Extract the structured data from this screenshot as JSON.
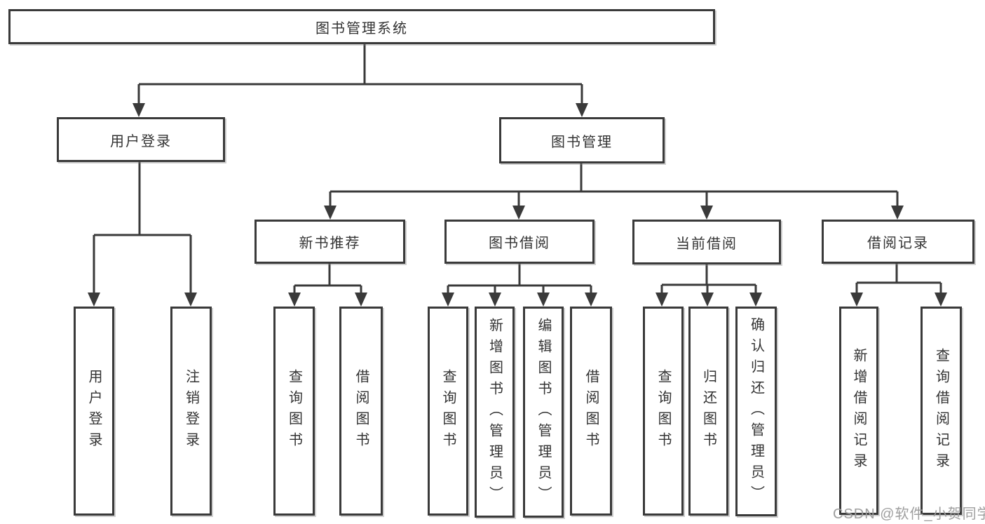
{
  "diagram": {
    "root": {
      "label": "图书管理系统"
    },
    "level2": [
      {
        "label": "用户登录"
      },
      {
        "label": "图书管理"
      }
    ],
    "level3": [
      {
        "label": "新书推荐"
      },
      {
        "label": "图书借阅"
      },
      {
        "label": "当前借阅"
      },
      {
        "label": "借阅记录"
      }
    ],
    "leaves": [
      {
        "label": "用户登录",
        "parent": "用户登录"
      },
      {
        "label": "注销登录",
        "parent": "用户登录"
      },
      {
        "label": "查询图书",
        "parent": "新书推荐"
      },
      {
        "label": "借阅图书",
        "parent": "新书推荐"
      },
      {
        "label": "查询图书",
        "parent": "图书借阅"
      },
      {
        "label": "新增图书（管理员）",
        "parent": "图书借阅"
      },
      {
        "label": "编辑图书（管理员）",
        "parent": "图书借阅"
      },
      {
        "label": "借阅图书",
        "parent": "图书借阅"
      },
      {
        "label": "查询图书",
        "parent": "当前借阅"
      },
      {
        "label": "归还图书",
        "parent": "当前借阅"
      },
      {
        "label": "确认归还（管理员）",
        "parent": "当前借阅"
      },
      {
        "label": "新增借阅记录",
        "parent": "借阅记录"
      },
      {
        "label": "查询借阅记录",
        "parent": "借阅记录"
      }
    ]
  },
  "watermark": {
    "text": "CSDN @软件_小贺同学"
  },
  "colors": {
    "line": "#3a3a3a",
    "box_border": "#3a3a3a",
    "text": "#333333",
    "background": "#ffffff",
    "watermark": "#9e9e9e"
  }
}
